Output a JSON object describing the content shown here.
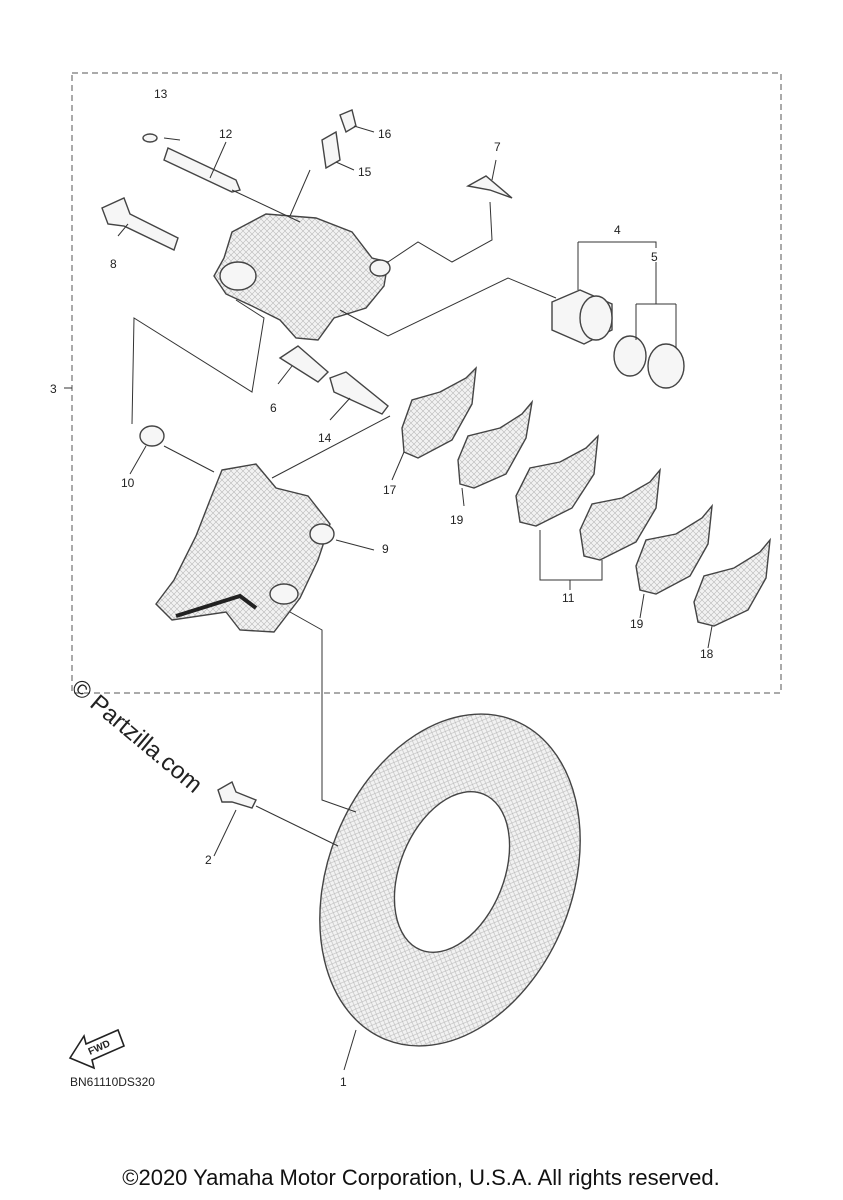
{
  "diagram": {
    "callouts": {
      "c1": "1",
      "c2": "2",
      "c3": "3",
      "c4": "4",
      "c5": "5",
      "c6": "6",
      "c7": "7",
      "c8": "8",
      "c9": "9",
      "c10": "10",
      "c11": "11",
      "c12": "12",
      "c13": "13",
      "c14": "14",
      "c15": "15",
      "c16": "16",
      "c17": "17",
      "c18": "18",
      "c19a": "19",
      "c19b": "19"
    },
    "diagram_code": "BN61110DS320",
    "fwd_label": "FWD",
    "watermark": "© Partzilla.com",
    "copyright": "©2020 Yamaha Motor Corporation, U.S.A. All rights reserved."
  }
}
